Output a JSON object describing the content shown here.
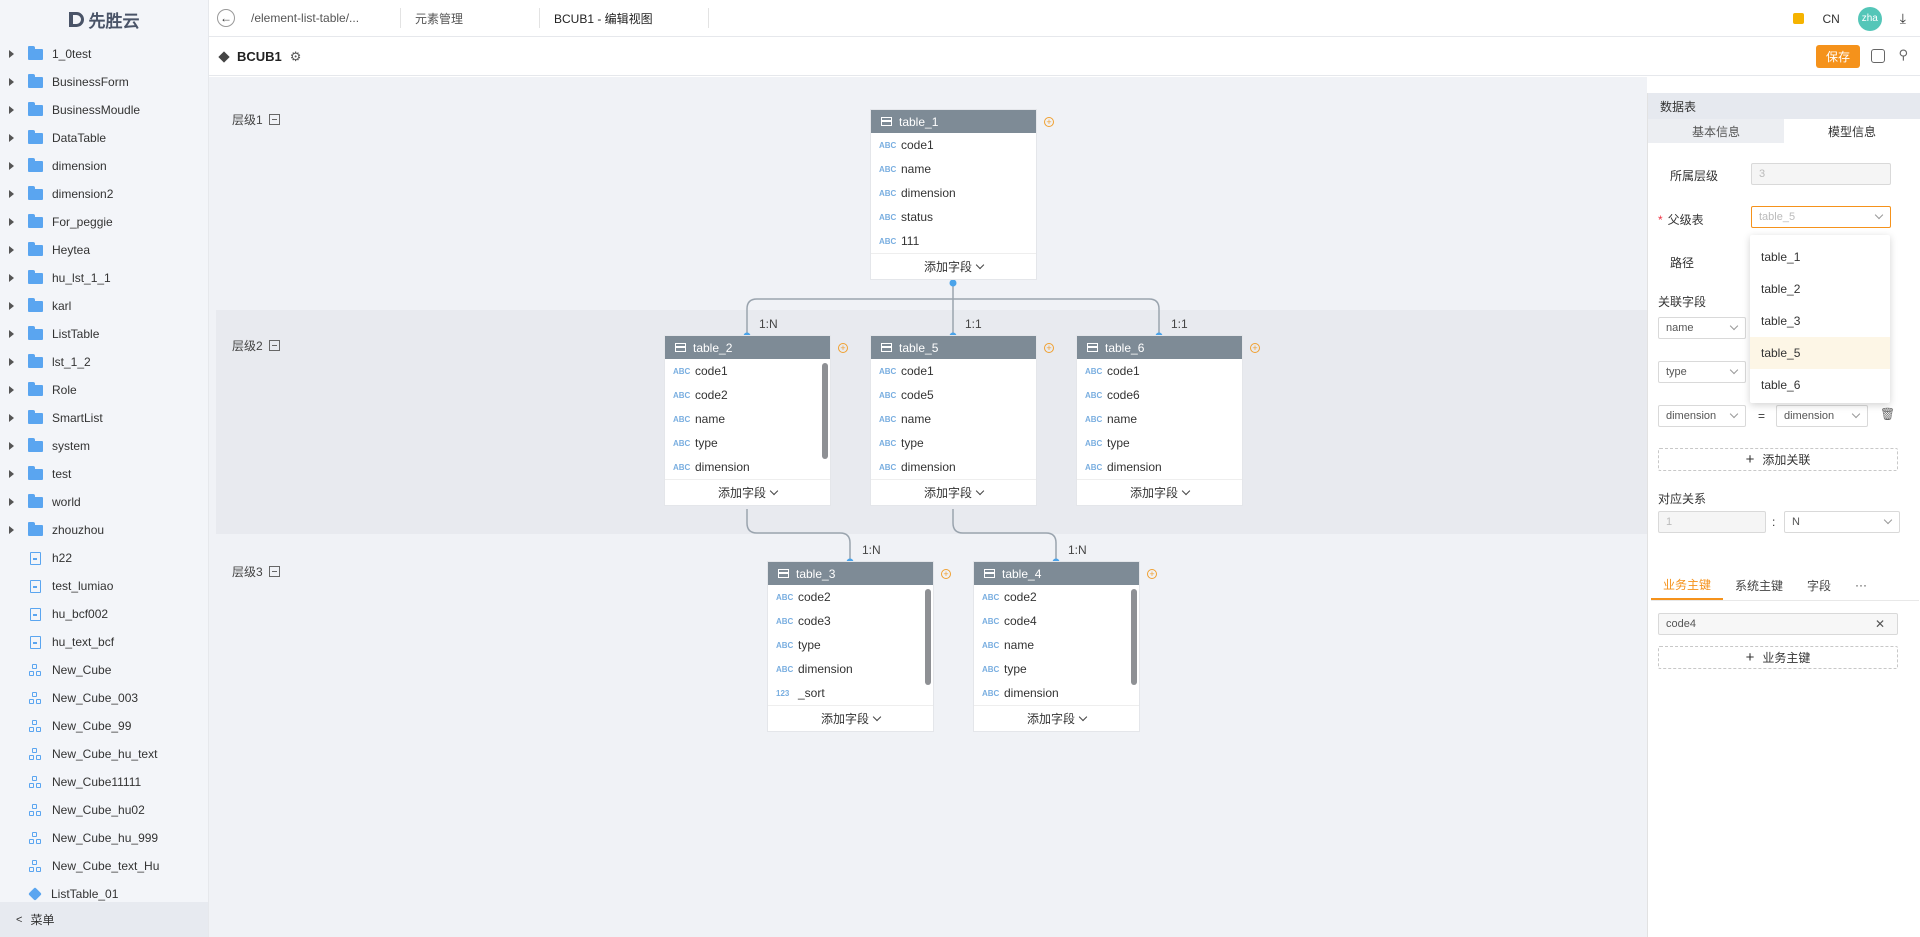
{
  "app": {
    "logo": "先胜云"
  },
  "sidebar": {
    "items": [
      {
        "label": "1_0test",
        "kind": "folder"
      },
      {
        "label": "BusinessForm",
        "kind": "folder"
      },
      {
        "label": "BusinessMoudle",
        "kind": "folder"
      },
      {
        "label": "DataTable",
        "kind": "folder"
      },
      {
        "label": "dimension",
        "kind": "folder"
      },
      {
        "label": "dimension2",
        "kind": "folder"
      },
      {
        "label": "For_peggie",
        "kind": "folder"
      },
      {
        "label": "Heytea",
        "kind": "folder"
      },
      {
        "label": "hu_lst_1_1",
        "kind": "folder"
      },
      {
        "label": "karl",
        "kind": "folder"
      },
      {
        "label": "ListTable",
        "kind": "folder"
      },
      {
        "label": "lst_1_2",
        "kind": "folder"
      },
      {
        "label": "Role",
        "kind": "folder"
      },
      {
        "label": "SmartList",
        "kind": "folder"
      },
      {
        "label": "system",
        "kind": "folder"
      },
      {
        "label": "test",
        "kind": "folder"
      },
      {
        "label": "world",
        "kind": "folder"
      },
      {
        "label": "zhouzhou",
        "kind": "folder"
      },
      {
        "label": "h22",
        "kind": "file"
      },
      {
        "label": "test_lumiao",
        "kind": "file"
      },
      {
        "label": "hu_bcf002",
        "kind": "file"
      },
      {
        "label": "hu_text_bcf",
        "kind": "file"
      },
      {
        "label": "New_Cube",
        "kind": "cube"
      },
      {
        "label": "New_Cube_003",
        "kind": "cube"
      },
      {
        "label": "New_Cube_99",
        "kind": "cube"
      },
      {
        "label": "New_Cube_hu_text",
        "kind": "cube"
      },
      {
        "label": "New_Cube11111",
        "kind": "cube"
      },
      {
        "label": "New_Cube_hu02",
        "kind": "cube"
      },
      {
        "label": "New_Cube_hu_999",
        "kind": "cube"
      },
      {
        "label": "New_Cube_text_Hu",
        "kind": "cube"
      },
      {
        "label": "ListTable_01",
        "kind": "cube3d"
      }
    ],
    "menu_label": "菜单"
  },
  "topbar": {
    "tabs": [
      "/element-list-table/...",
      "元素管理",
      "BCUB1 - 编辑视图"
    ],
    "lang": "CN",
    "avatar": "zha"
  },
  "toolbar": {
    "title": "BCUB1",
    "save_label": "保存"
  },
  "canvas": {
    "levels": [
      "层级1",
      "层级2",
      "层级3"
    ],
    "add_field_label": "添加字段",
    "tables": [
      {
        "name": "table_1",
        "fields": [
          [
            "ABC",
            "code1"
          ],
          [
            "ABC",
            "name"
          ],
          [
            "ABC",
            "dimension"
          ],
          [
            "ABC",
            "status"
          ],
          [
            "ABC",
            "111"
          ]
        ]
      },
      {
        "name": "table_2",
        "fields": [
          [
            "ABC",
            "code1"
          ],
          [
            "ABC",
            "code2"
          ],
          [
            "ABC",
            "name"
          ],
          [
            "ABC",
            "type"
          ],
          [
            "ABC",
            "dimension"
          ]
        ]
      },
      {
        "name": "table_5",
        "fields": [
          [
            "ABC",
            "code1"
          ],
          [
            "ABC",
            "code5"
          ],
          [
            "ABC",
            "name"
          ],
          [
            "ABC",
            "type"
          ],
          [
            "ABC",
            "dimension"
          ]
        ]
      },
      {
        "name": "table_6",
        "fields": [
          [
            "ABC",
            "code1"
          ],
          [
            "ABC",
            "code6"
          ],
          [
            "ABC",
            "name"
          ],
          [
            "ABC",
            "type"
          ],
          [
            "ABC",
            "dimension"
          ]
        ]
      },
      {
        "name": "table_3",
        "fields": [
          [
            "ABC",
            "code2"
          ],
          [
            "ABC",
            "code3"
          ],
          [
            "ABC",
            "type"
          ],
          [
            "ABC",
            "dimension"
          ],
          [
            "123",
            "_sort"
          ]
        ]
      },
      {
        "name": "table_4",
        "fields": [
          [
            "ABC",
            "code2"
          ],
          [
            "ABC",
            "code4"
          ],
          [
            "ABC",
            "name"
          ],
          [
            "ABC",
            "type"
          ],
          [
            "ABC",
            "dimension"
          ]
        ]
      }
    ],
    "relations": [
      "1:N",
      "1:1",
      "1:1",
      "1:N",
      "1:N"
    ]
  },
  "panel": {
    "title": "数据表",
    "tabs": [
      "基本信息",
      "模型信息"
    ],
    "level_label": "所属层级",
    "level_value": "3",
    "parent_label": "父级表",
    "parent_value": "table_5",
    "path_label": "路径",
    "link_label": "关联字段",
    "links": [
      [
        "name",
        ""
      ],
      [
        "type",
        ""
      ],
      [
        "dimension",
        "dimension"
      ]
    ],
    "eq": "=",
    "add_link": "添加关联",
    "rel_label": "对应关系",
    "rel_left": "1",
    "rel_colon": ":",
    "rel_right": "N",
    "subtabs": [
      "业务主键",
      "系统主键",
      "字段"
    ],
    "more": "···",
    "key_value": "code4",
    "add_key": "业务主键",
    "dropdown": [
      "table_1",
      "table_2",
      "table_3",
      "table_5",
      "table_6"
    ],
    "dropdown_selected": "table_5"
  },
  "colors": {
    "accent": "#f5921b",
    "header": "#7e8b96",
    "folder": "#5aa5f0",
    "connector": "#9aa4ae",
    "dot": "#4aa3ea"
  }
}
